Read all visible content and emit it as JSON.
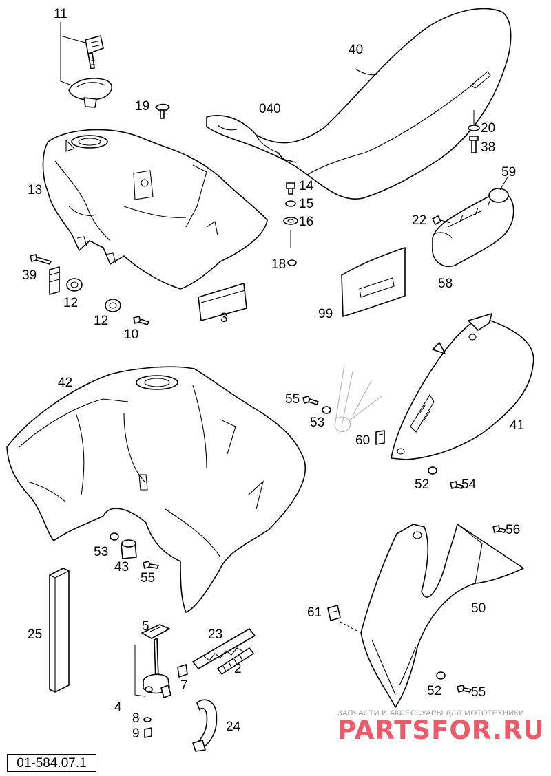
{
  "diagram_code": "01-584.07.1",
  "watermark": {
    "tagline": "ЗАПЧАСТИ И АКСЕССУАРЫ ДЛЯ МОТОТЕХНИКИ",
    "logo_text": "PARTSFOR.RU"
  },
  "callouts": {
    "p11": "11",
    "p19": "19",
    "p40": "40",
    "p040": "040",
    "p20": "20",
    "p38": "38",
    "p13": "13",
    "p14": "14",
    "p15": "15",
    "p16": "16",
    "p59": "59",
    "p22": "22",
    "p18": "18",
    "p58": "58",
    "p39": "39",
    "p12a": "12",
    "p12b": "12",
    "p3": "3",
    "p10": "10",
    "p99": "99",
    "p42": "42",
    "p55a": "55",
    "p53a": "53",
    "p60": "60",
    "p41": "41",
    "p52a": "52",
    "p54": "54",
    "p53b": "53",
    "p43": "43",
    "p55b": "55",
    "p56": "56",
    "p25": "25",
    "p5": "5",
    "p23": "23",
    "p2": "2",
    "p61": "61",
    "p50": "50",
    "p7": "7",
    "p4": "4",
    "p8": "8",
    "p9": "9",
    "p24": "24",
    "p52b": "52",
    "p55c": "55"
  }
}
